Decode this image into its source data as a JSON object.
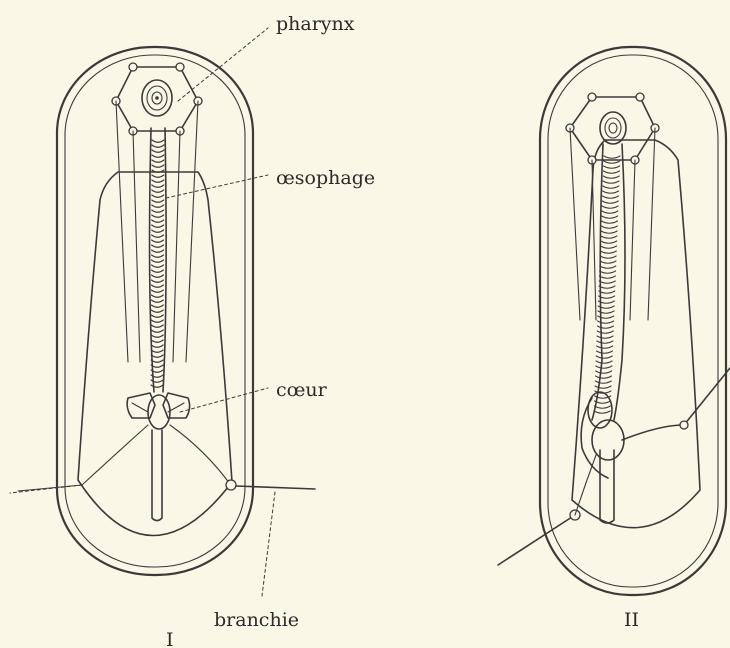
{
  "labels": {
    "pharynx": "pharynx",
    "oesophage": "œsophage",
    "coeur": "cœur",
    "branchie": "branchie",
    "figure_one": "I",
    "figure_two": "II"
  }
}
